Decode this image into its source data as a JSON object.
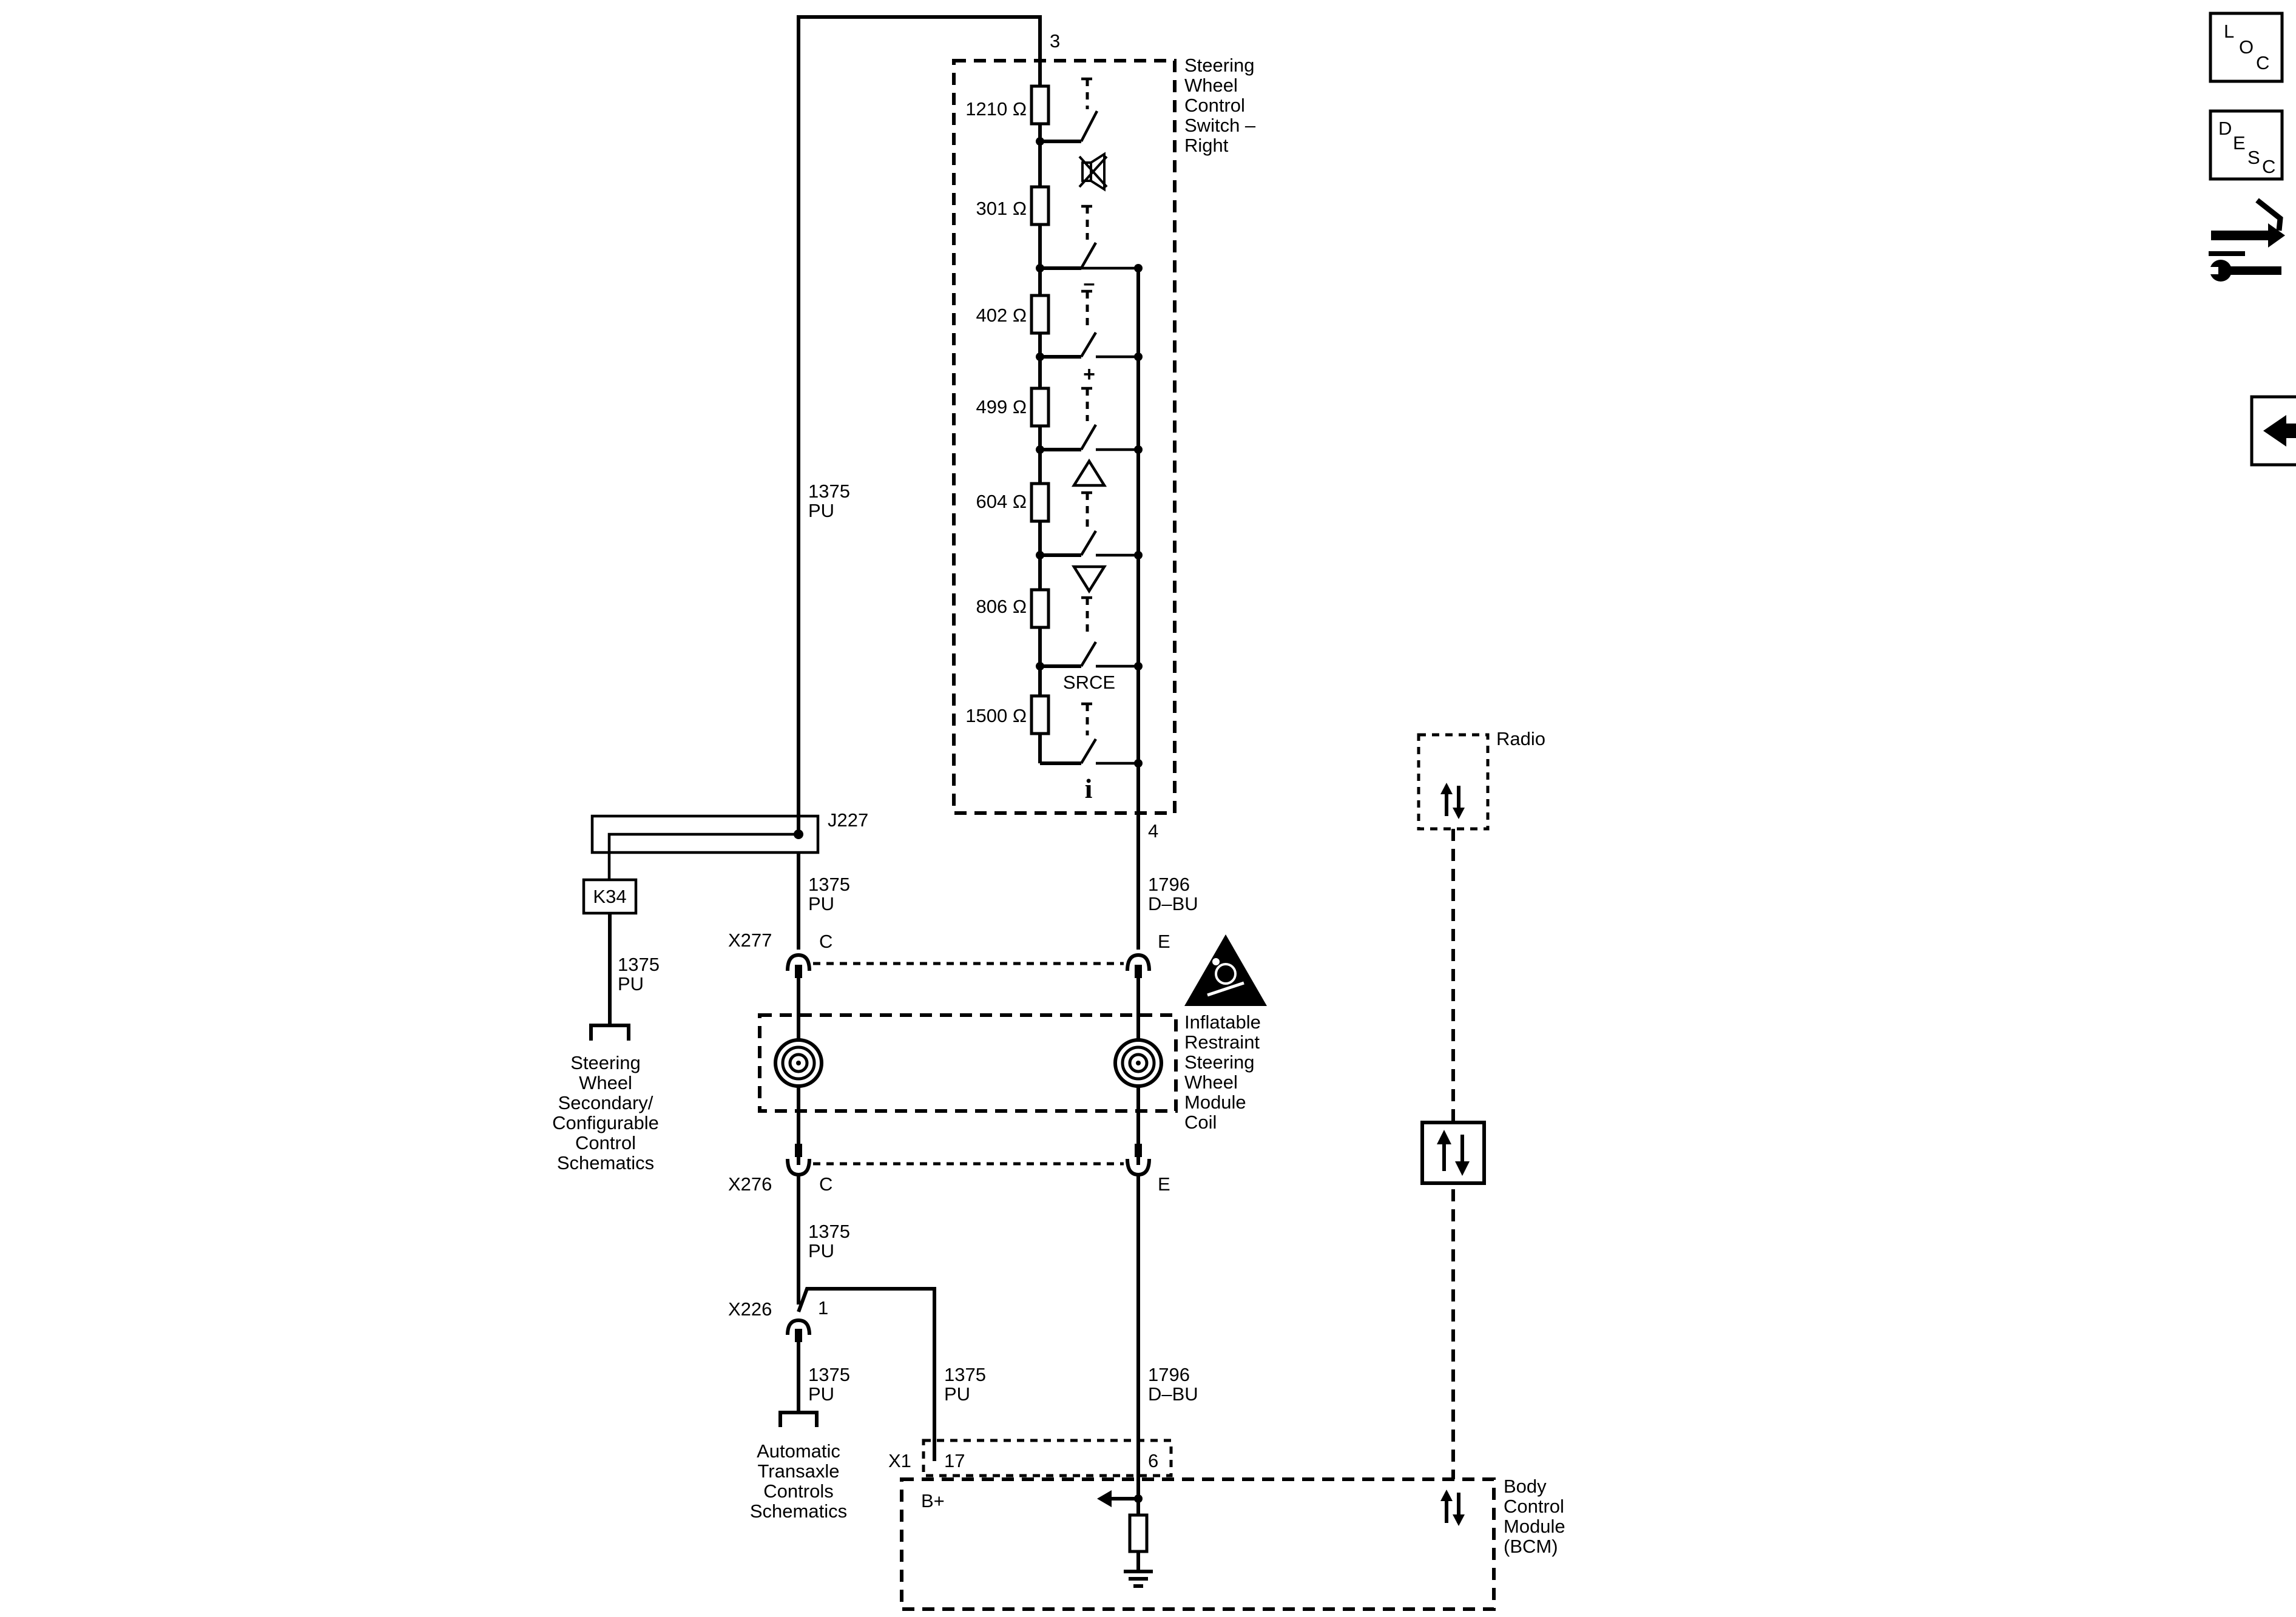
{
  "components": {
    "switch_label": [
      "Steering",
      "Wheel",
      "Control",
      "Switch –",
      "Right"
    ],
    "coil_label": [
      "Inflatable",
      "Restraint",
      "Steering",
      "Wheel",
      "Module",
      "Coil"
    ],
    "radio_label": "Radio",
    "bcm_label": [
      "Body",
      "Control",
      "Module",
      "(BCM)"
    ],
    "k34_label": "K34",
    "splice_label": "J227"
  },
  "resistors": [
    "1210 Ω",
    "301 Ω",
    "402 Ω",
    "499 Ω",
    "604 Ω",
    "806 Ω",
    "1500 Ω"
  ],
  "switch_symbols": {
    "srce": "SRCE",
    "info": "i",
    "plus": "+",
    "minus": "–"
  },
  "pins": {
    "switch_top": "3",
    "switch_bottom": "4",
    "x277_left": "C",
    "x277_right": "E",
    "x276_left": "C",
    "x276_right": "E",
    "x226_pin": "1",
    "bcm_pin_17": "17",
    "bcm_pin_6": "6",
    "bcm_bplus": "B+"
  },
  "connectors": {
    "x277": "X277",
    "x276": "X276",
    "x226": "X226",
    "x1": "X1"
  },
  "wires": {
    "pu_number": "1375",
    "pu_color": "PU",
    "dbu_number": "1796",
    "dbu_color": "D–BU"
  },
  "references": {
    "steering_secondary": [
      "Steering",
      "Wheel",
      "Secondary/",
      "Configurable",
      "Control",
      "Schematics"
    ],
    "transaxle": [
      "Automatic",
      "Transaxle",
      "Controls",
      "Schematics"
    ]
  },
  "nav": {
    "loc": [
      "L",
      "O",
      "C"
    ],
    "desc": [
      "D",
      "E",
      "S",
      "C"
    ]
  }
}
